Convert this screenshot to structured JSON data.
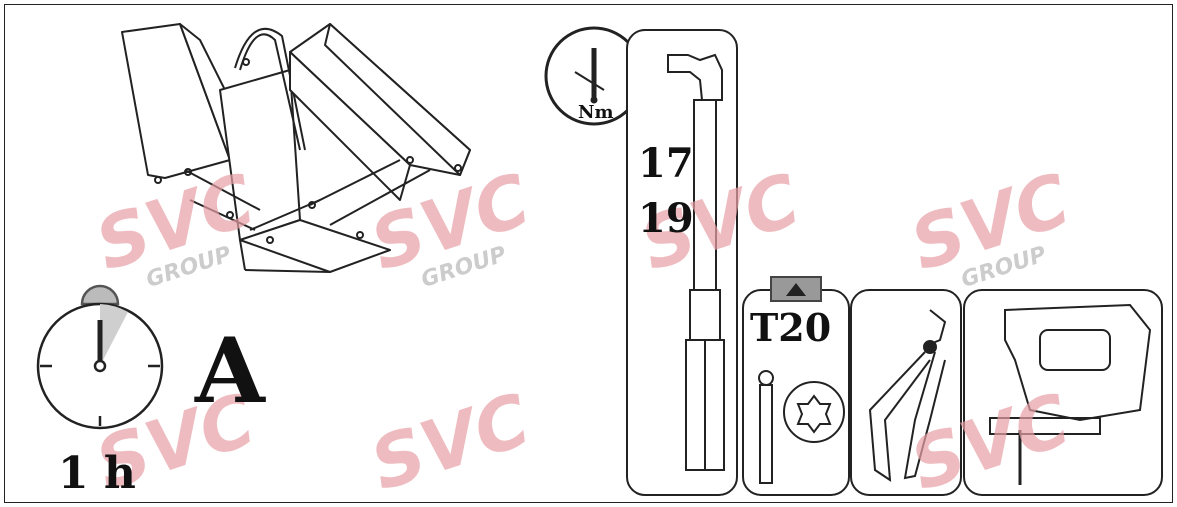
{
  "watermark": {
    "brand": "SVC",
    "sub": "GROUP",
    "color": "#e8a0a6"
  },
  "time": {
    "value": "1 h"
  },
  "difficulty": {
    "grade": "A"
  },
  "torque": {
    "unit": "Nm"
  },
  "wrench_sizes": [
    "17",
    "19"
  ],
  "bit": {
    "size": "T20"
  }
}
